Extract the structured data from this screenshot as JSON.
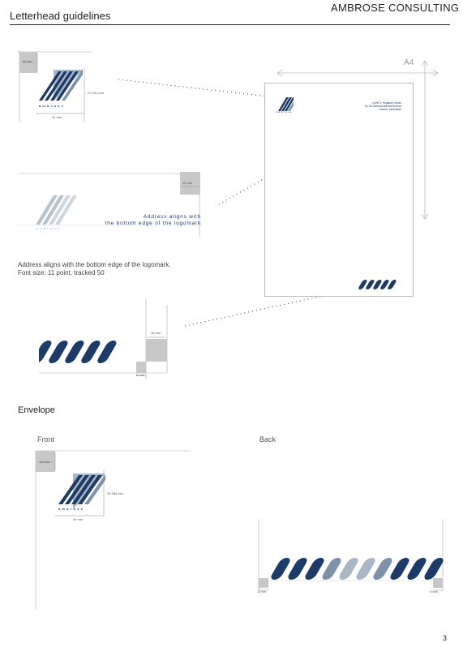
{
  "header": {
    "title": "Letterhead guidelines",
    "brand": "AMBROSE CONSULTING"
  },
  "letterhead": {
    "detail1": {
      "margin_label": "16 mm",
      "height_label": "27.331 mm",
      "width_label": "31 mm",
      "wordmark": "ambrose"
    },
    "detail2": {
      "margin_label": "16 mm",
      "wordmark": "ambrose",
      "address_line1": "Address aligns with",
      "address_line2": "the bottom edge of the logomark"
    },
    "note_line1": "Address aligns with the bottom edge of the logomark.",
    "note_line2": "Font size: 11 point, tracked 50",
    "detail3": {
      "margin_label": "16 mm",
      "bottom_label": "6 mm"
    },
    "a4": {
      "label": "A4",
      "wordmark": "ambrose",
      "address": [
        "Level 3, Pegasus House",
        "52–54 Samora Machel Avenue",
        "Harare, Zimbabwe"
      ]
    }
  },
  "envelope": {
    "title": "Envelope",
    "front": {
      "label": "Front",
      "margin_label": "10 mm",
      "height_label": "34.384 mm",
      "width_label": "39 mm",
      "wordmark": "ambrose"
    },
    "back": {
      "label": "Back",
      "left_label": "6 mm",
      "right_label": "6 mm"
    }
  },
  "colors": {
    "navy": "#1e3a66",
    "light_blue": "#a9b6c6",
    "mid_blue": "#7f91a8",
    "margin_grey": "#c8c8c8"
  },
  "page_number": "3"
}
